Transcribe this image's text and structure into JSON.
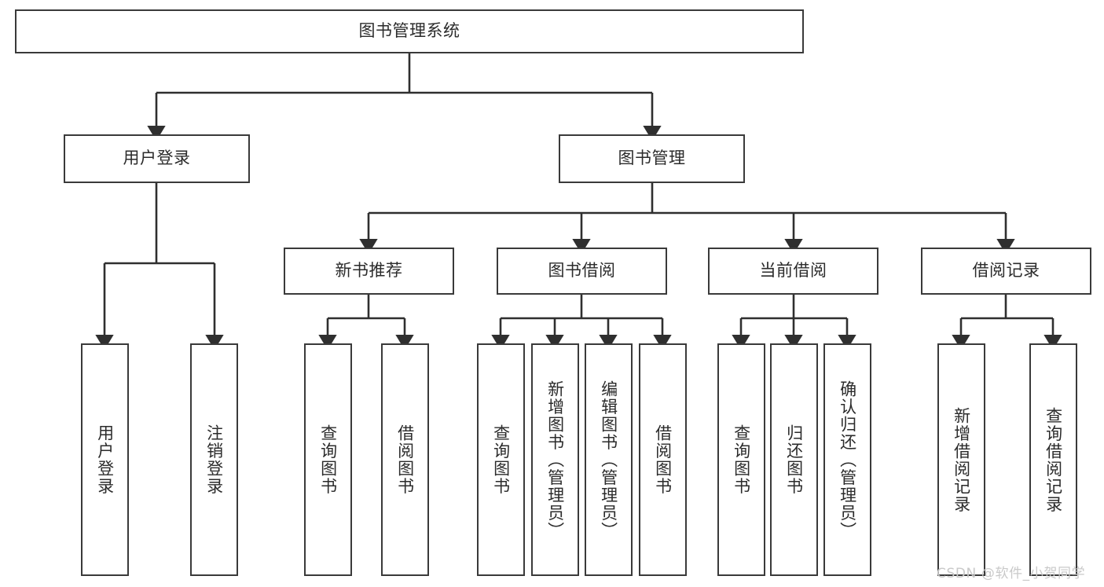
{
  "diagram": {
    "type": "tree",
    "title": "图书管理系统",
    "watermark": "CSDN @软件_小贺同学",
    "colors": {
      "background": "#ffffff",
      "node_border": "#3a3a3a",
      "node_fill": "#ffffff",
      "edge": "#2f2f2f",
      "text": "#2b2b2b",
      "watermark": "#c9c9c9"
    },
    "nodes": {
      "root": {
        "label": "图书管理系统"
      },
      "level2": [
        {
          "label": "用户登录"
        },
        {
          "label": "图书管理"
        }
      ],
      "level3": [
        {
          "label": "新书推荐"
        },
        {
          "label": "图书借阅"
        },
        {
          "label": "当前借阅"
        },
        {
          "label": "借阅记录"
        }
      ],
      "leaves_user_login": [
        {
          "label": "用户登录"
        },
        {
          "label": "注销登录"
        }
      ],
      "leaves_new_books": [
        {
          "label": "查询图书"
        },
        {
          "label": "借阅图书"
        }
      ],
      "leaves_borrow": [
        {
          "label": "查询图书"
        },
        {
          "label": "新增图书（管理员）"
        },
        {
          "label": "编辑图书（管理员）"
        },
        {
          "label": "借阅图书"
        }
      ],
      "leaves_current": [
        {
          "label": "查询图书"
        },
        {
          "label": "归还图书"
        },
        {
          "label": "确认归还（管理员）"
        }
      ],
      "leaves_records": [
        {
          "label": "新增借阅记录"
        },
        {
          "label": "查询借阅记录"
        }
      ]
    }
  }
}
